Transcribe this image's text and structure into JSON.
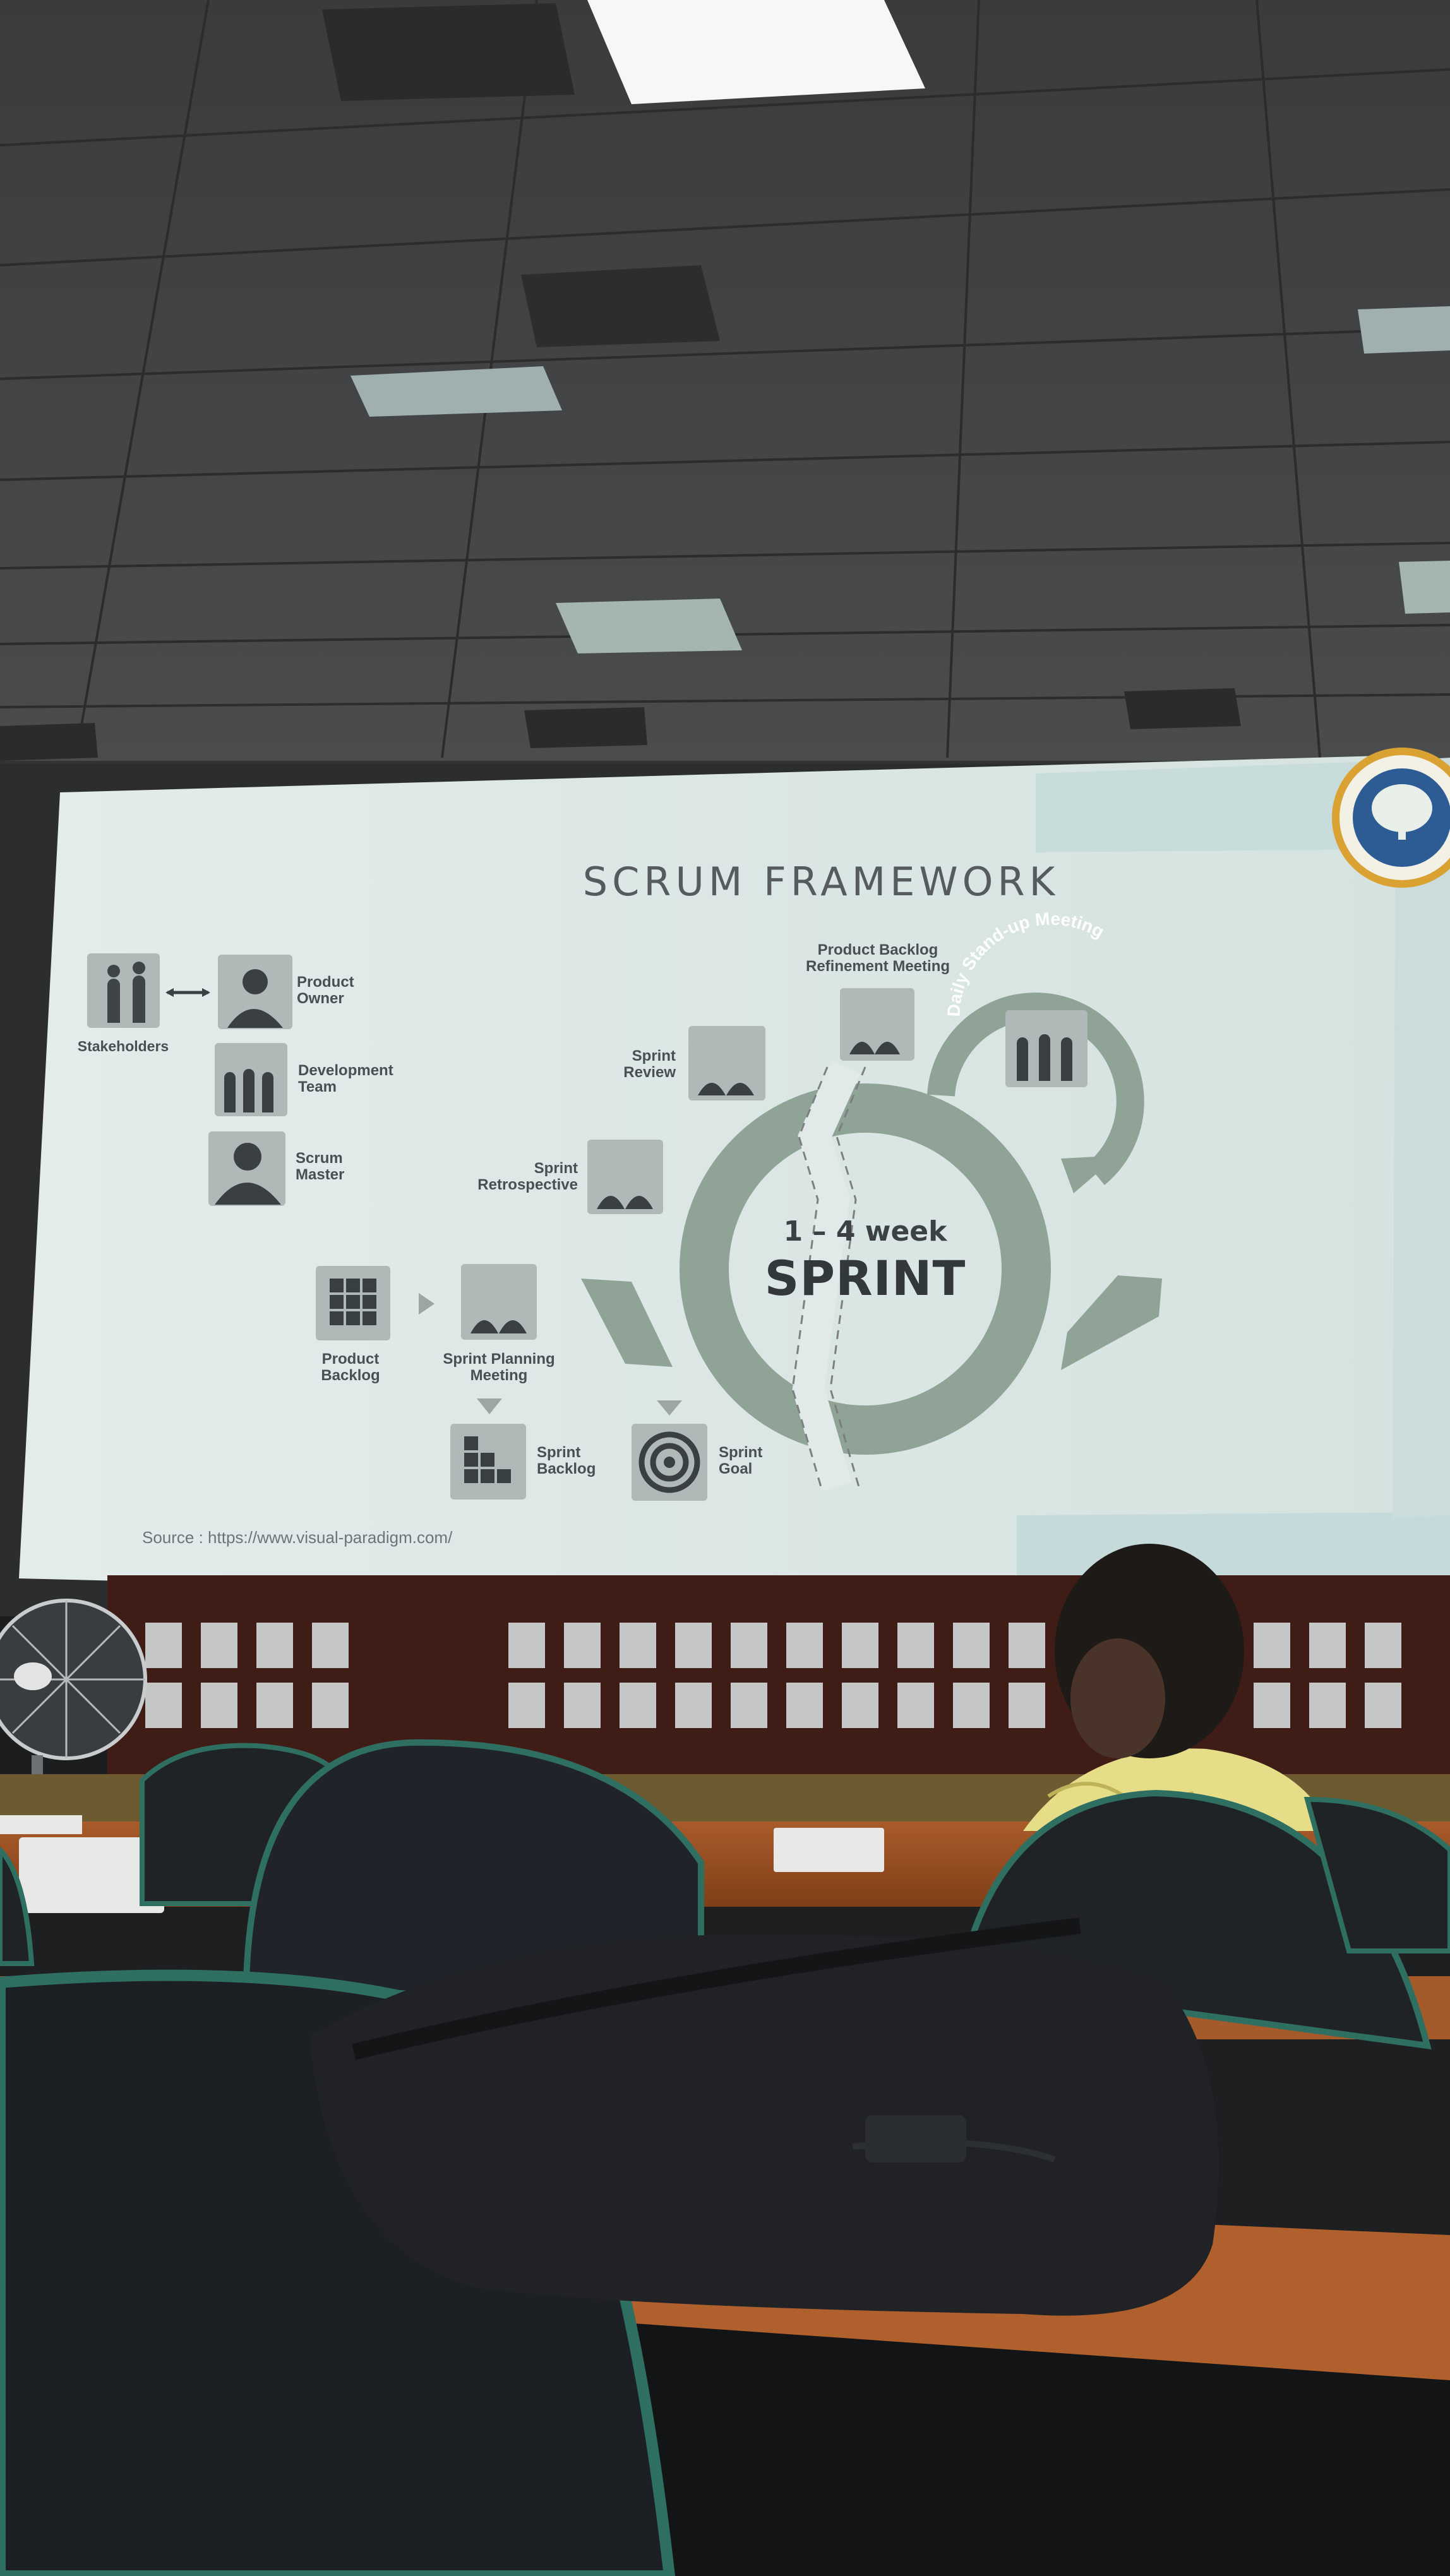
{
  "slide": {
    "title": "SCRUM FRAMEWORK",
    "source": "Source : https://www.visual-paradigm.com/",
    "sprint_duration": "1 – 4 week",
    "sprint_label": "SPRINT",
    "daily_standup": "Daily Stand-up Meeting"
  },
  "roles": [
    {
      "line1": "Stakeholders",
      "line2": ""
    },
    {
      "line1": "Product",
      "line2": "Owner"
    },
    {
      "line1": "Development",
      "line2": "Team"
    },
    {
      "line1": "Scrum",
      "line2": "Master"
    }
  ],
  "events": {
    "refinement": {
      "line1": "Product Backlog",
      "line2": "Refinement Meeting"
    },
    "review": {
      "line1": "Sprint",
      "line2": "Review"
    },
    "retrospective": {
      "line1": "Sprint",
      "line2": "Retrospective"
    },
    "planning": {
      "line1": "Sprint Planning",
      "line2": "Meeting"
    }
  },
  "artifacts": {
    "product_backlog": {
      "line1": "Product",
      "line2": "Backlog"
    },
    "sprint_backlog": {
      "line1": "Sprint",
      "line2": "Backlog"
    },
    "sprint_goal": {
      "line1": "Sprint",
      "line2": "Goal"
    }
  },
  "colors": {
    "slide_bg": "#dfe9e7",
    "cycle_green": "#8fa396",
    "tile_gray": "#aeb5b5",
    "text_dark": "#3c4144",
    "desk_wood": "#9a4e22",
    "railing": "#3f1c16",
    "chair_dark": "#1f2326",
    "chair_trim": "#2f6f62"
  }
}
